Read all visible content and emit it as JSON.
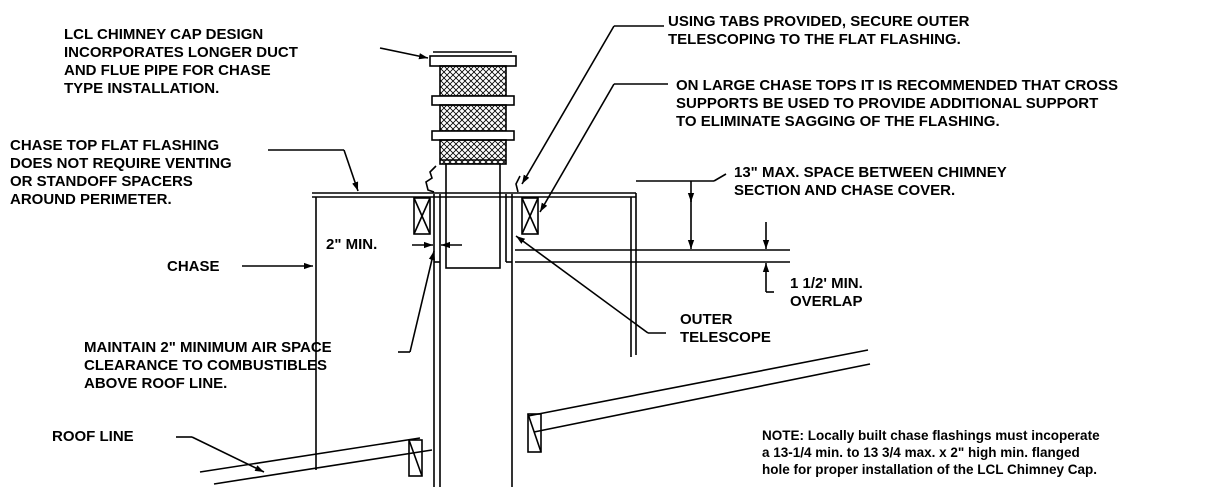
{
  "callouts": {
    "cap_design": "LCL CHIMNEY CAP DESIGN\nINCORPORATES LONGER DUCT\nAND FLUE PIPE FOR CHASE\nTYPE INSTALLATION.",
    "flat_flashing": "CHASE TOP FLAT FLASHING\nDOES NOT REQUIRE VENTING\nOR STANDOFF SPACERS\nAROUND PERIMETER.",
    "chase": "CHASE",
    "two_min": "2\" MIN.",
    "air_space": "MAINTAIN 2\" MINIMUM AIR SPACE\nCLEARANCE TO COMBUSTIBLES\nABOVE ROOF LINE.",
    "roof_line": "ROOF LINE",
    "tabs": "USING TABS PROVIDED, SECURE OUTER\nTELESCOPING TO THE FLAT FLASHING.",
    "cross_supports": "ON LARGE CHASE TOPS IT IS RECOMMENDED THAT CROSS\nSUPPORTS BE USED TO PROVIDE ADDITIONAL SUPPORT\nTO ELIMINATE SAGGING OF THE FLASHING.",
    "max_space": "13\" MAX. SPACE BETWEEN CHIMNEY\nSECTION AND CHASE COVER.",
    "overlap": "1 1/2' MIN.\nOVERLAP",
    "outer_telescope": "OUTER\nTELESCOPE",
    "note": "NOTE: Locally built chase flashings must incoperate\na 13-1/4 min. to 13 3/4 max. x 2\" high min. flanged\nhole for proper installation of the LCL Chimney Cap."
  },
  "colors": {
    "line": "#000000",
    "background": "#ffffff"
  }
}
